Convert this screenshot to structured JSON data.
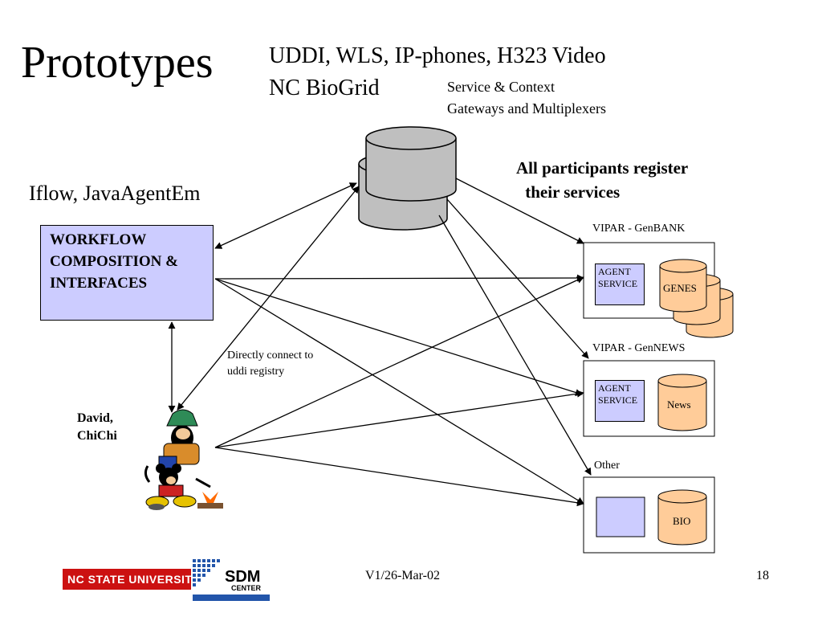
{
  "slide": {
    "title": "Prototypes",
    "subtitle_line1": "UDDI, WLS, IP-phones, H323 Video",
    "subtitle_line2": "NC BioGrid",
    "gateways_line1": "Service & Context",
    "gateways_line2": "Gateways and Multiplexers",
    "iflow_label": "Iflow, JavaAgentEm",
    "register_line1": "All participants register",
    "register_line2": " their services"
  },
  "workflow": {
    "line1": "WORKFLOW",
    "line2": "COMPOSITION &",
    "line3": "INTERFACES"
  },
  "note": {
    "line1": "Directly connect to",
    "line2": "uddi registry"
  },
  "users": {
    "line1": "David,",
    "line2": "ChiChi"
  },
  "services": [
    {
      "label": "VIPAR - GenBANK",
      "agent_line1": "AGENT",
      "agent_line2": "SERVICE",
      "db_label": "GENES"
    },
    {
      "label": "VIPAR - GenNEWS",
      "agent_line1": "AGENT",
      "agent_line2": "SERVICE",
      "db_label": "News"
    },
    {
      "label": "Other",
      "db_label": "BIO"
    }
  ],
  "footer": {
    "university_logo": "NC STATE UNIVERSITY",
    "sdm_logo": "SDM CENTER",
    "version": "V1/26-Mar-02",
    "page_number": "18"
  },
  "colors": {
    "registry_fill": "#bfbfbf",
    "agent_fill": "#ccccff",
    "db_fill": "#ffcc99",
    "ncsu_red": "#cc1111",
    "sdm_blue": "#2255aa"
  }
}
